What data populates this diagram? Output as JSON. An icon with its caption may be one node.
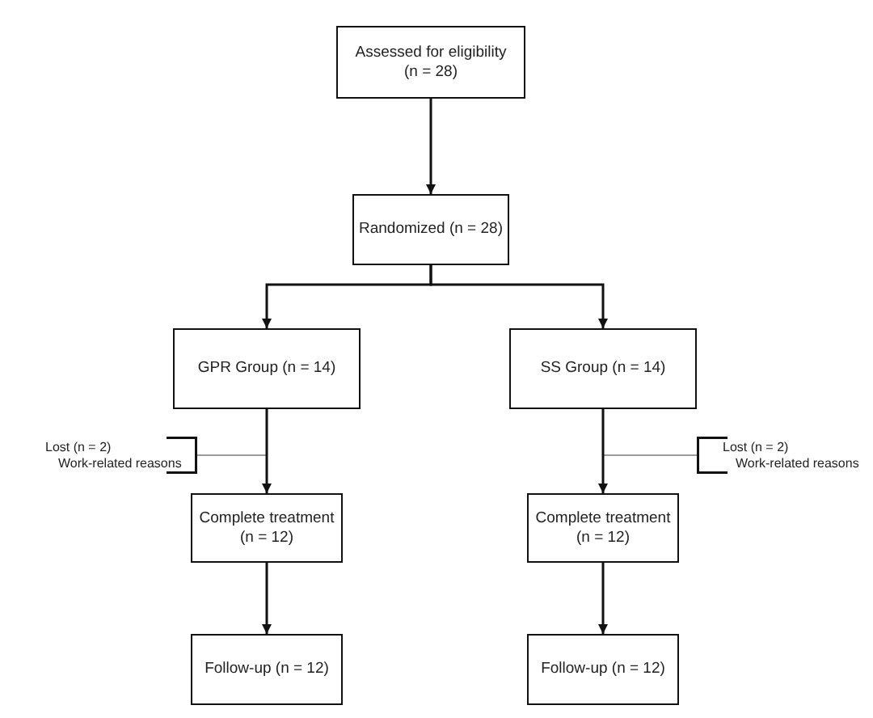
{
  "diagram": {
    "nodes": [
      {
        "text": [
          "Assessed for eligibility (n = 28)"
        ]
      },
      {
        "text": [
          "Randomized (n = 28)"
        ]
      },
      {
        "text": [
          "GPR Group (n = 14)"
        ]
      },
      {
        "text": [
          "SS Group (n = 14)"
        ]
      },
      {
        "text": [
          "Lost (n = 2)",
          "Work-related reasons"
        ]
      },
      {
        "text": [
          "Lost (n = 2)",
          "Work-related reasons"
        ]
      },
      {
        "text": [
          "Complete treatment (n = 12)"
        ]
      },
      {
        "text": [
          "Complete treatment (n = 12)"
        ]
      },
      {
        "text": [
          "Follow-up (n = 12)"
        ]
      },
      {
        "text": [
          "Follow-up (n = 12)"
        ]
      }
    ],
    "edges": [
      {
        "from": 0,
        "to": 1,
        "arrow": "to"
      },
      {
        "from": 1,
        "to": 2,
        "arrow": "to"
      },
      {
        "from": 1,
        "to": 3,
        "arrow": "to"
      },
      {
        "from": 2,
        "to": 4,
        "arrow": "none",
        "color": "#9a9a9a"
      },
      {
        "from": 2,
        "to": 6,
        "arrow": "to"
      },
      {
        "from": 3,
        "to": 5,
        "arrow": "none",
        "color": "#9a9a9a"
      },
      {
        "from": 3,
        "to": 7,
        "arrow": "to"
      },
      {
        "from": 6,
        "to": 8,
        "arrow": "to"
      },
      {
        "from": 7,
        "to": 9,
        "arrow": "to"
      }
    ]
  }
}
